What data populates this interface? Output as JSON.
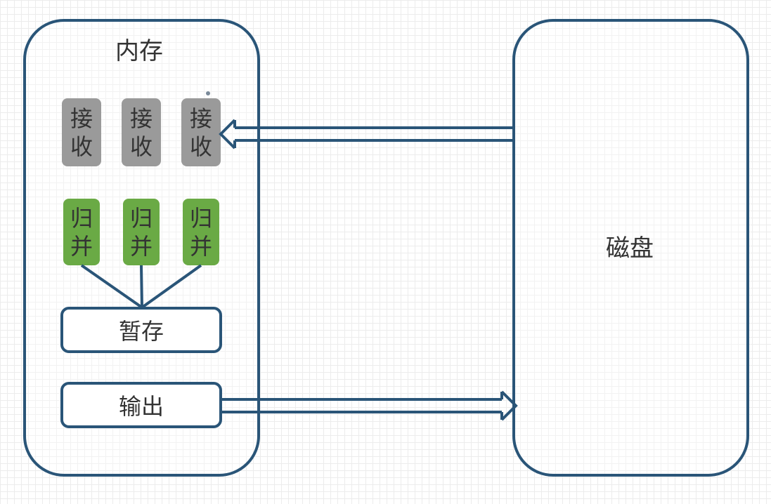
{
  "memory": {
    "title": "内存",
    "receive_blocks": [
      "接收",
      "接收",
      "接收"
    ],
    "merge_blocks": [
      "归并",
      "归并",
      "归并"
    ],
    "buffer_label": "暂存",
    "output_label": "输出"
  },
  "disk": {
    "title": "磁盘"
  },
  "colors": {
    "border": "#2a5578",
    "receive_fill": "#9a9a9a",
    "merge_fill": "#6aaa45",
    "text": "#333333"
  }
}
